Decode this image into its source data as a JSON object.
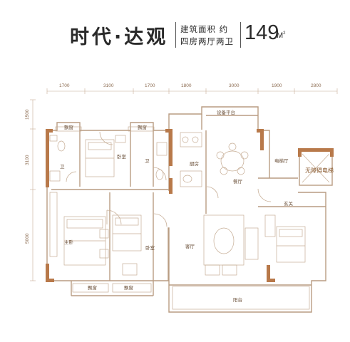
{
  "header": {
    "title": "时代·达观",
    "area_label_line1": "建筑面积 约",
    "area_label_line2": "四房两厅两卫",
    "area_value": "149",
    "area_unit": "M",
    "area_unit_sup": "2"
  },
  "dimensions": {
    "top": [
      "1700",
      "3100",
      "1700",
      "1800",
      "3000",
      "1900",
      "2800"
    ],
    "left": [
      "1500",
      "3100",
      "5000"
    ]
  },
  "rooms": {
    "bay_window_1": "飘窗",
    "bay_window_2": "飘窗",
    "bay_window_3": "飘窗",
    "bay_window_4": "飘窗",
    "bathroom_1": "卫",
    "bathroom_2": "卫",
    "bedroom_1": "卧室",
    "bedroom_2": "卧室",
    "master_bedroom": "主卧",
    "kitchen": "厨房",
    "equipment_platform": "设备平台",
    "dining_room": "餐厅",
    "living_room": "客厅",
    "elevator_hall": "电梯厅",
    "accessible_elevator": "无障碍电梯",
    "entrance": "玄关",
    "balcony": "阳台"
  },
  "colors": {
    "wall_accent": "#b8794a",
    "line": "#b99c82",
    "dimension_text": "#8a6a4f"
  }
}
